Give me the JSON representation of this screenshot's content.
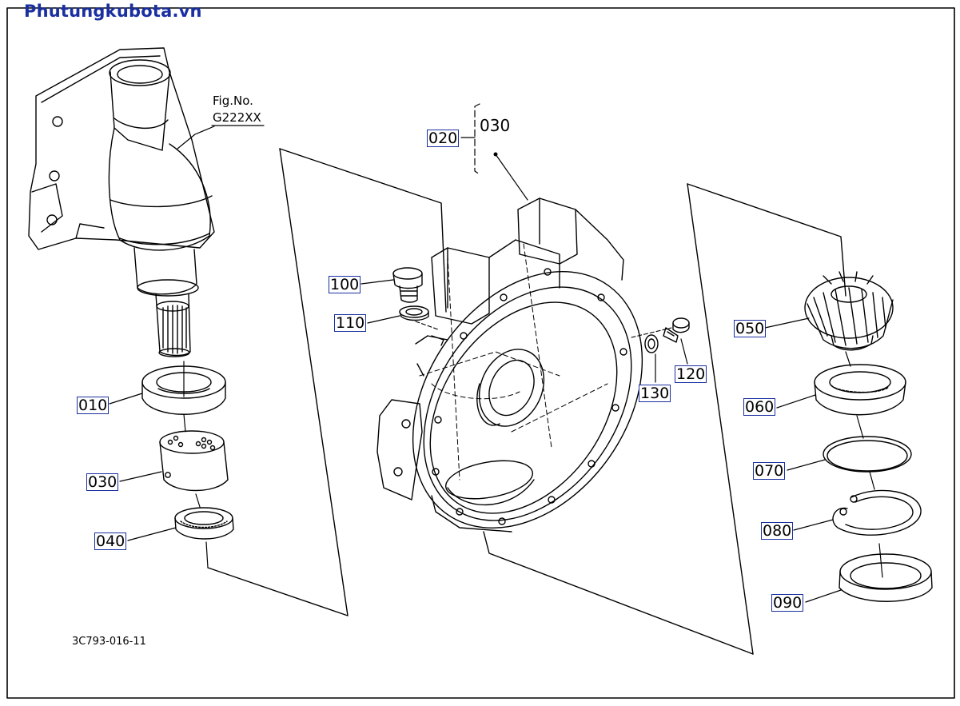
{
  "watermark": "Phutungkubota.vn",
  "figure_ref": {
    "line1": "Fig.No.",
    "line2": "G222XX"
  },
  "drawing_number": "3C793-016-11",
  "group_label": "030",
  "callouts": {
    "c010": "010",
    "c020": "020",
    "c030": "030",
    "c040": "040",
    "c050": "050",
    "c060": "060",
    "c070": "070",
    "c080": "080",
    "c090": "090",
    "c100": "100",
    "c110": "110",
    "c120": "120",
    "c130": "130"
  },
  "colors": {
    "brand": "#1a2fa0",
    "line": "#000000",
    "box": "#1a2fa0"
  }
}
